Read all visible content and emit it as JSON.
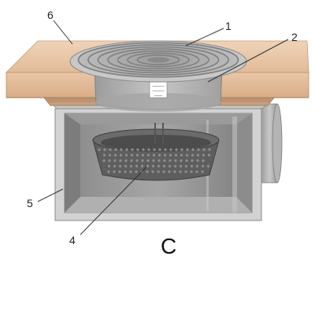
{
  "figure": {
    "letter": "C",
    "unit_label_lines": [
      "———",
      "———",
      "——"
    ]
  },
  "callouts": [
    {
      "id": "1",
      "text": "1"
    },
    {
      "id": "2",
      "text": "2"
    },
    {
      "id": "4",
      "text": "4"
    },
    {
      "id": "5",
      "text": "5"
    },
    {
      "id": "6",
      "text": "6"
    }
  ],
  "colors": {
    "floor_slab": "#e8c3a2",
    "floor_slab_edge": "#b98f6a",
    "box_steel": "#b9b9b9",
    "box_dark": "#6d6d6d",
    "grate": "#a9a9a9",
    "basket": "#585858"
  }
}
